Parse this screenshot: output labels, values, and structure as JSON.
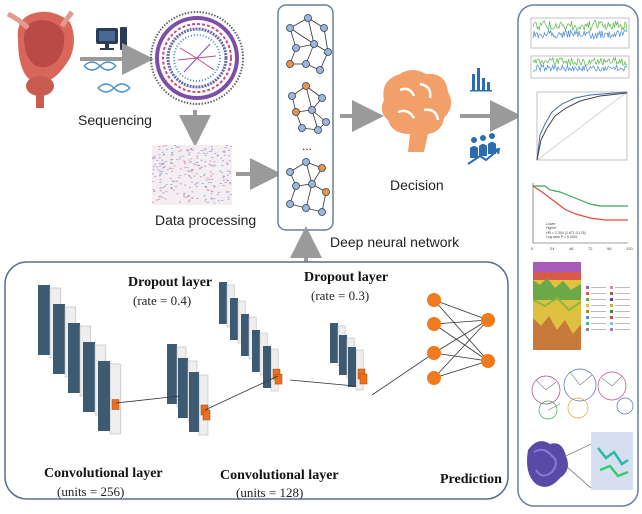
{
  "pipeline": {
    "sequencing_label": "Sequencing",
    "data_processing_label": "Data processing",
    "dnn_label": "Deep neural network",
    "decision_label": "Decision",
    "ellipsis": "..."
  },
  "cnn": {
    "dropout1_title": "Dropout layer",
    "dropout1_rate": "(rate = 0.4)",
    "dropout2_title": "Dropout layer",
    "dropout2_rate": "(rate = 0.3)",
    "conv1_title": "Convolutional layer",
    "conv1_units": "(units = 256)",
    "conv2_title": "Convolutional layer",
    "conv2_units": "(units = 128)",
    "prediction_label": "Prediction"
  },
  "results_panel": {
    "km_legend": [
      "Lower",
      "Higher"
    ],
    "km_stats": [
      "HR = 2.304 (1.671-3.176)",
      "Log-rank P < 0.0001"
    ],
    "km_xticks": [
      "0",
      "24",
      "48",
      "72",
      "96",
      "120"
    ]
  },
  "colors": {
    "brain": "#f0a068",
    "network_node": "#9db7dc",
    "network_node_highlight": "#e8944a",
    "layer_dark": "#3d5a73",
    "layer_orange": "#e8701e",
    "prediction_node": "#f07a1e",
    "arrow_gray": "#9a9a9a",
    "icon_blue": "#2a6db0"
  }
}
